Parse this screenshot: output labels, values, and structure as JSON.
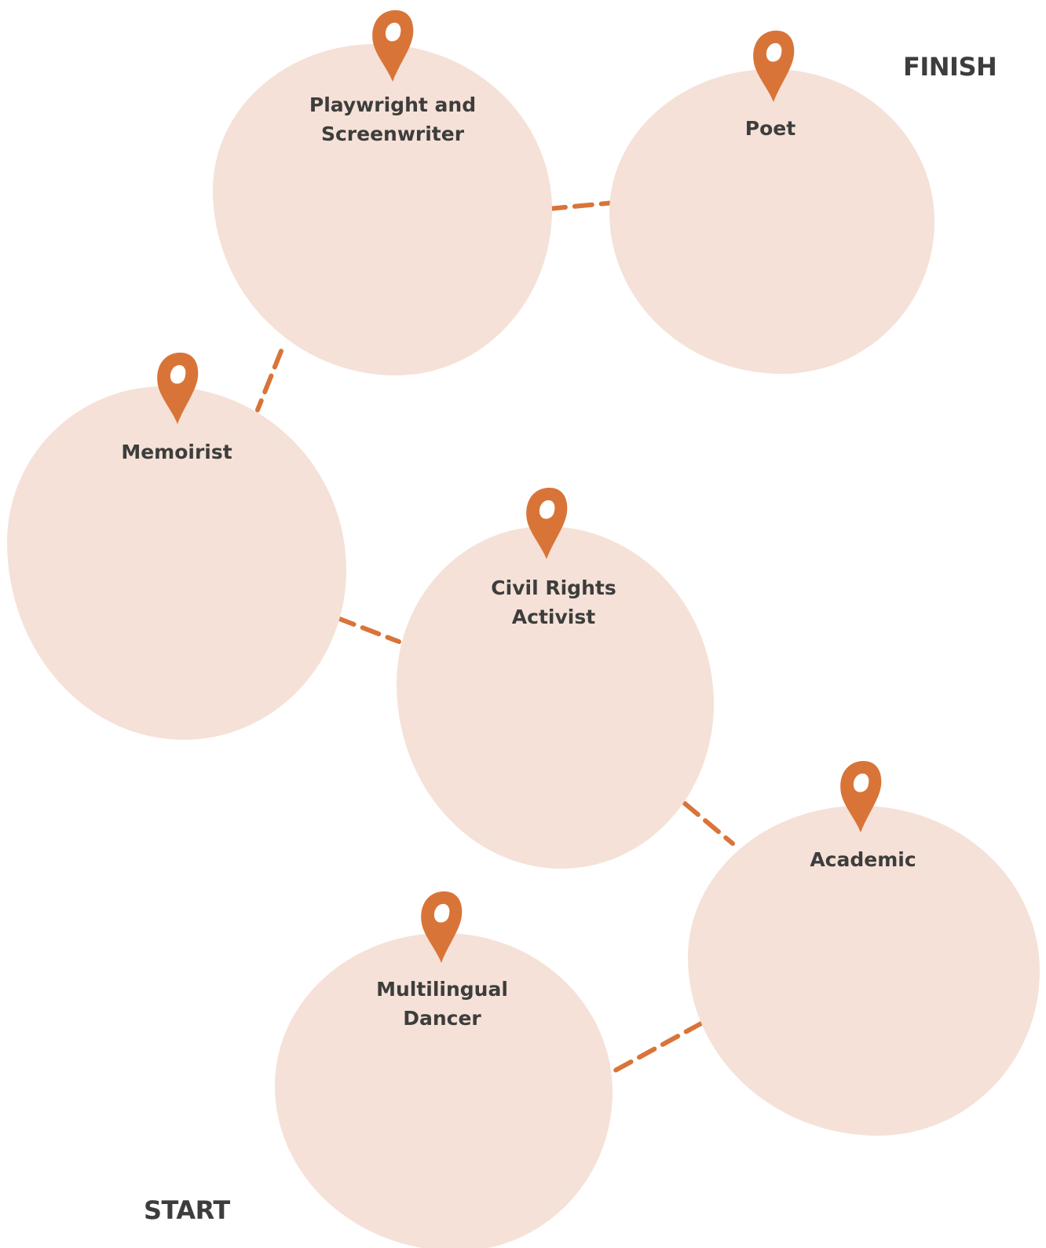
{
  "labels": {
    "finish": "FINISH",
    "start": "START"
  },
  "stops": [
    {
      "id": "playwright",
      "label": "Playwright and\nScreenwriter"
    },
    {
      "id": "poet",
      "label": "Poet"
    },
    {
      "id": "memoirist",
      "label": "Memoirist"
    },
    {
      "id": "civil-rights",
      "label": "Civil Rights\nActivist"
    },
    {
      "id": "academic",
      "label": "Academic"
    },
    {
      "id": "dancer",
      "label": "Multilingual\nDancer"
    }
  ],
  "colors": {
    "blob": "#f5e1d7",
    "pin": "#d97438",
    "connector": "#d97438",
    "text": "#3d3d3d"
  },
  "icons": {
    "pin": "map-pin-icon"
  }
}
